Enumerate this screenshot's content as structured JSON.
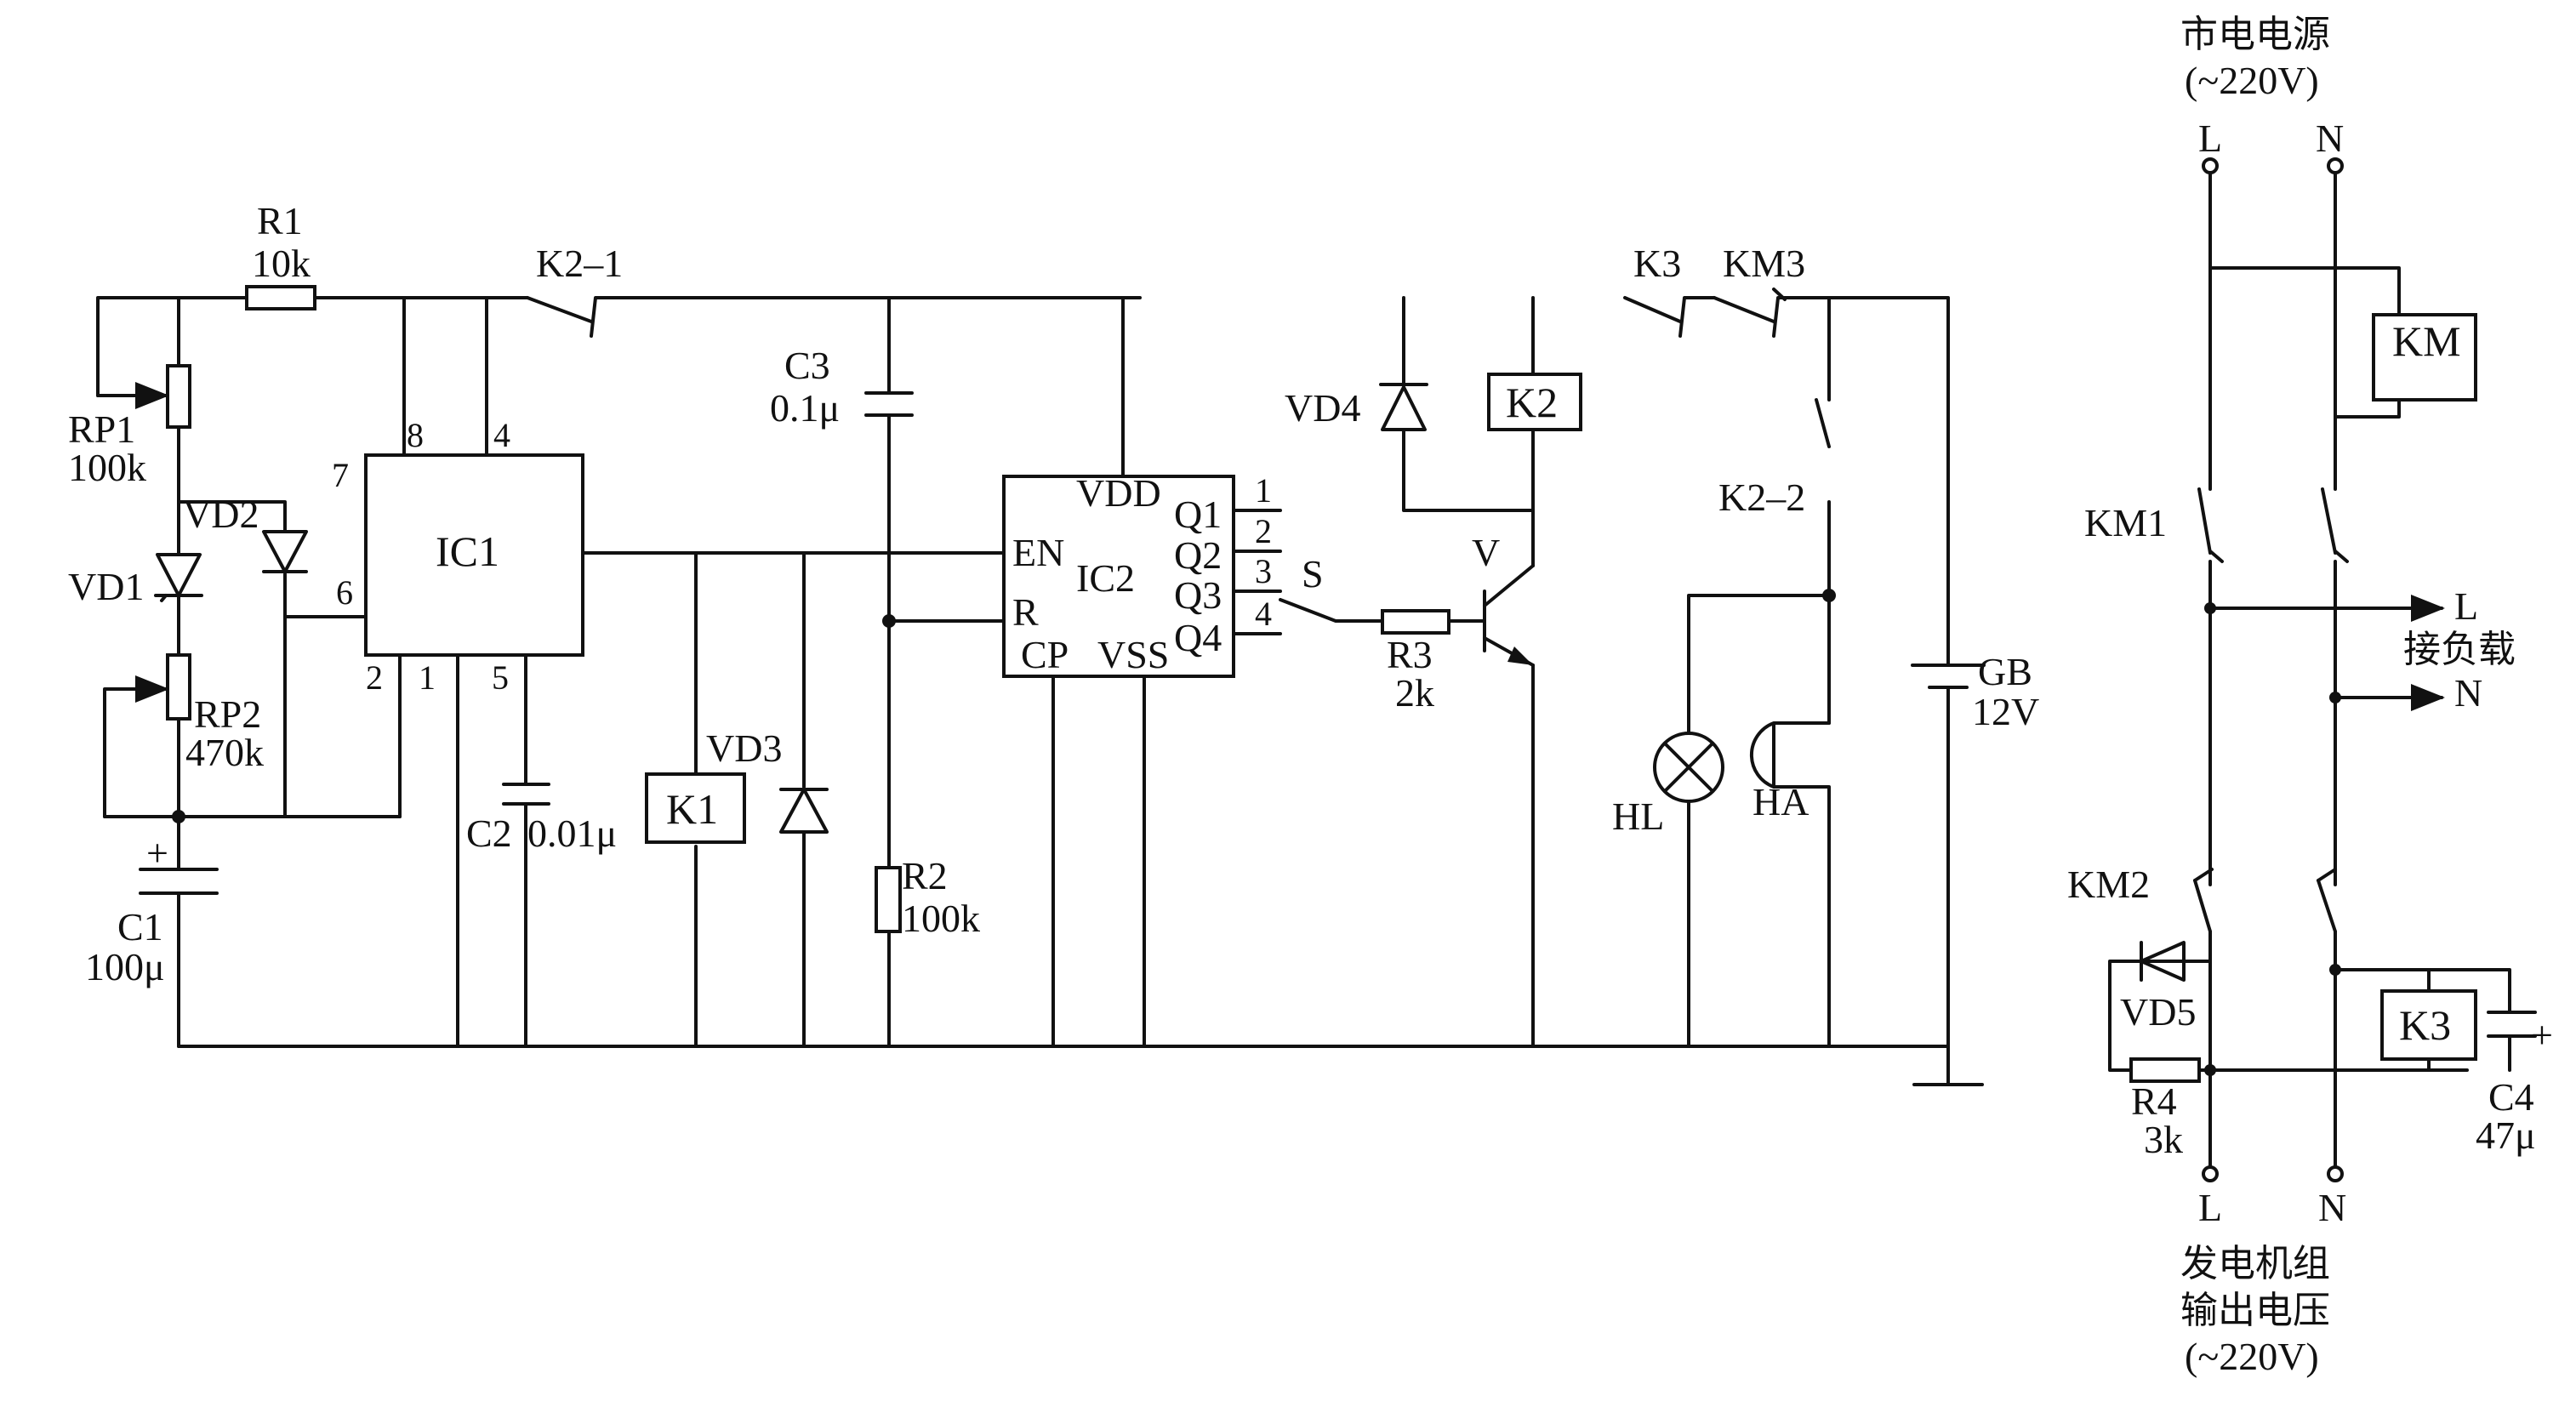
{
  "components": {
    "R1": {
      "name": "R1",
      "value": "10k"
    },
    "RP1": {
      "name": "RP1",
      "value": "100k"
    },
    "RP2": {
      "name": "RP2",
      "value": "470k"
    },
    "C1": {
      "name": "C1",
      "value": "100μ"
    },
    "C2": {
      "name": "C2",
      "value": "0.01μ"
    },
    "C3": {
      "name": "C3",
      "value": "0.1μ"
    },
    "C4": {
      "name": "C4",
      "value": "47μ"
    },
    "R2": {
      "name": "R2",
      "value": "100k"
    },
    "R3": {
      "name": "R3",
      "value": "2k"
    },
    "R4": {
      "name": "R4",
      "value": "3k"
    },
    "VD1": "VD1",
    "VD2": "VD2",
    "VD3": "VD3",
    "VD4": "VD4",
    "VD5": "VD5",
    "IC1": "IC1",
    "IC2": "IC2",
    "K1": "K1",
    "K2": "K2",
    "K3": "K3",
    "KM": "KM",
    "K2_1": "K2–1",
    "K2_2": "K2–2",
    "KM1": "KM1",
    "KM2": "KM2",
    "KM3": "KM3",
    "S": "S",
    "V": "V",
    "HL": "HL",
    "HA": "HA",
    "GB": {
      "name": "GB",
      "value": "12V"
    }
  },
  "ic1_pins": {
    "p8": "8",
    "p4": "4",
    "p7": "7",
    "p6": "6",
    "p2": "2",
    "p1": "1",
    "p5": "5"
  },
  "ic2_pins": {
    "vdd": "VDD",
    "en": "EN",
    "r": "R",
    "cp": "CP",
    "vss": "VSS",
    "q1": "Q1",
    "q2": "Q2",
    "q3": "Q3",
    "q4": "Q4",
    "n1": "1",
    "n2": "2",
    "n3": "3",
    "n4": "4"
  },
  "mains": {
    "title": "市电电源",
    "voltage": "(~220V)",
    "L": "L",
    "N": "N"
  },
  "load": {
    "L": "L",
    "label": "接负载",
    "N": "N"
  },
  "generator": {
    "L": "L",
    "N": "N",
    "line1": "发电机组",
    "line2": "输出电压",
    "voltage": "(~220V)"
  },
  "colors": {
    "ink": "#111111",
    "background": "#ffffff"
  }
}
